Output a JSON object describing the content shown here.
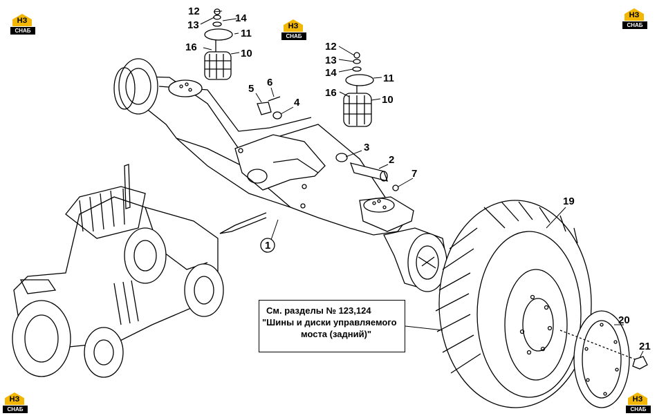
{
  "logos": [
    {
      "mark": "НЗ",
      "text": "СНАБ"
    },
    {
      "mark": "НЗ",
      "text": "СНАБ"
    },
    {
      "mark": "НЗ",
      "text": "СНАБ"
    },
    {
      "mark": "НЗ",
      "text": "СНАБ"
    },
    {
      "mark": "НЗ",
      "text": "СНАБ"
    }
  ],
  "parts": {
    "p1": "1",
    "p2": "2",
    "p3": "3",
    "p4": "4",
    "p5": "5",
    "p6": "6",
    "p7": "7",
    "p10a": "10",
    "p11a": "11",
    "p12a": "12",
    "p13a": "13",
    "p14a": "14",
    "p16a": "16",
    "p10b": "10",
    "p11b": "11",
    "p12b": "12",
    "p13b": "13",
    "p14b": "14",
    "p16b": "16",
    "p19": "19",
    "p20": "20",
    "p21": "21"
  },
  "callout": {
    "line1": "См. разделы № 123,124",
    "line2": "\"Шины и диски управляемого",
    "line3": "моста (задний)\""
  },
  "colors": {
    "logo_yellow": "#f2b705",
    "ink": "#000000"
  }
}
